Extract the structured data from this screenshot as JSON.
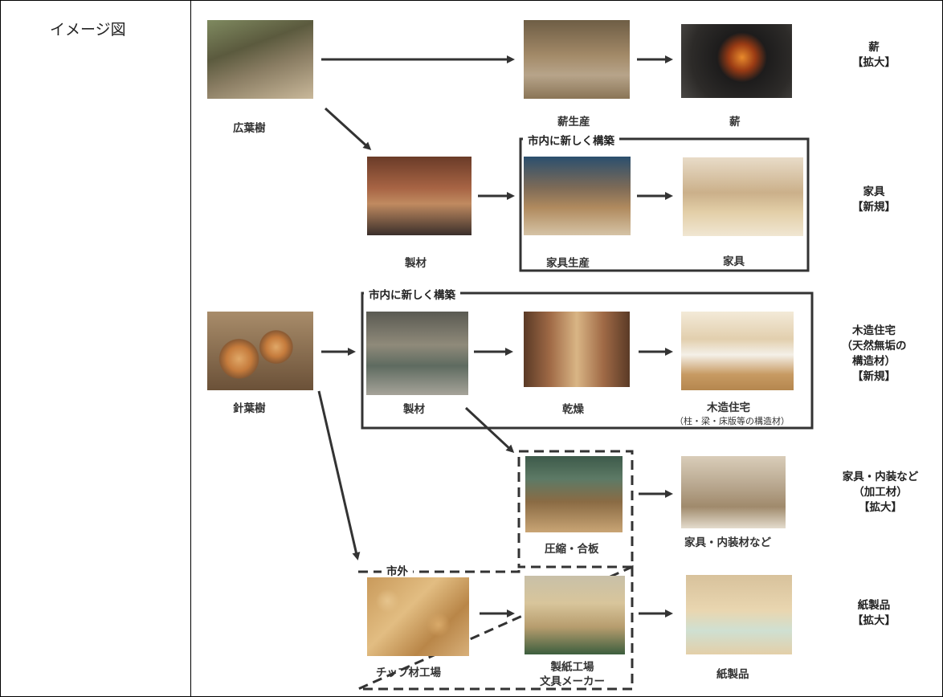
{
  "side_label": "イメージ図",
  "box_titles": {
    "new_in_city_1": "市内に新しく構築",
    "new_in_city_2": "市内に新しく構築",
    "outside_city": "市外"
  },
  "nodes": {
    "broadleaf": "広葉樹",
    "firewood_production": "薪生産",
    "firewood": "薪",
    "sawmill_broadleaf": "製材",
    "furniture_production": "家具生産",
    "furniture": "家具",
    "conifer": "針葉樹",
    "sawmill_conifer": "製材",
    "drying": "乾燥",
    "wooden_house": "木造住宅",
    "wooden_house_note": "（柱・梁・床版等の構造材）",
    "compression_plywood": "圧縮・合板",
    "furniture_interior": "家具・内装材など",
    "chip_factory": "チップ材工場",
    "paper_factory_1": "製紙工場",
    "paper_factory_2": "文具メーカー",
    "paper_products": "紙製品"
  },
  "outputs": {
    "firewood": [
      "薪",
      "【拡大】"
    ],
    "furniture": [
      "家具",
      "【新規】"
    ],
    "wooden_house": [
      "木造住宅",
      "（天然無垢の",
      "構造材）",
      "【新規】"
    ],
    "interior": [
      "家具・内装など",
      "（加工材）",
      "【拡大】"
    ],
    "paper": [
      "紙製品",
      "【拡大】"
    ]
  },
  "colors": {
    "arrow": "#333333",
    "frame": "#000000",
    "box_border": "#333333"
  }
}
